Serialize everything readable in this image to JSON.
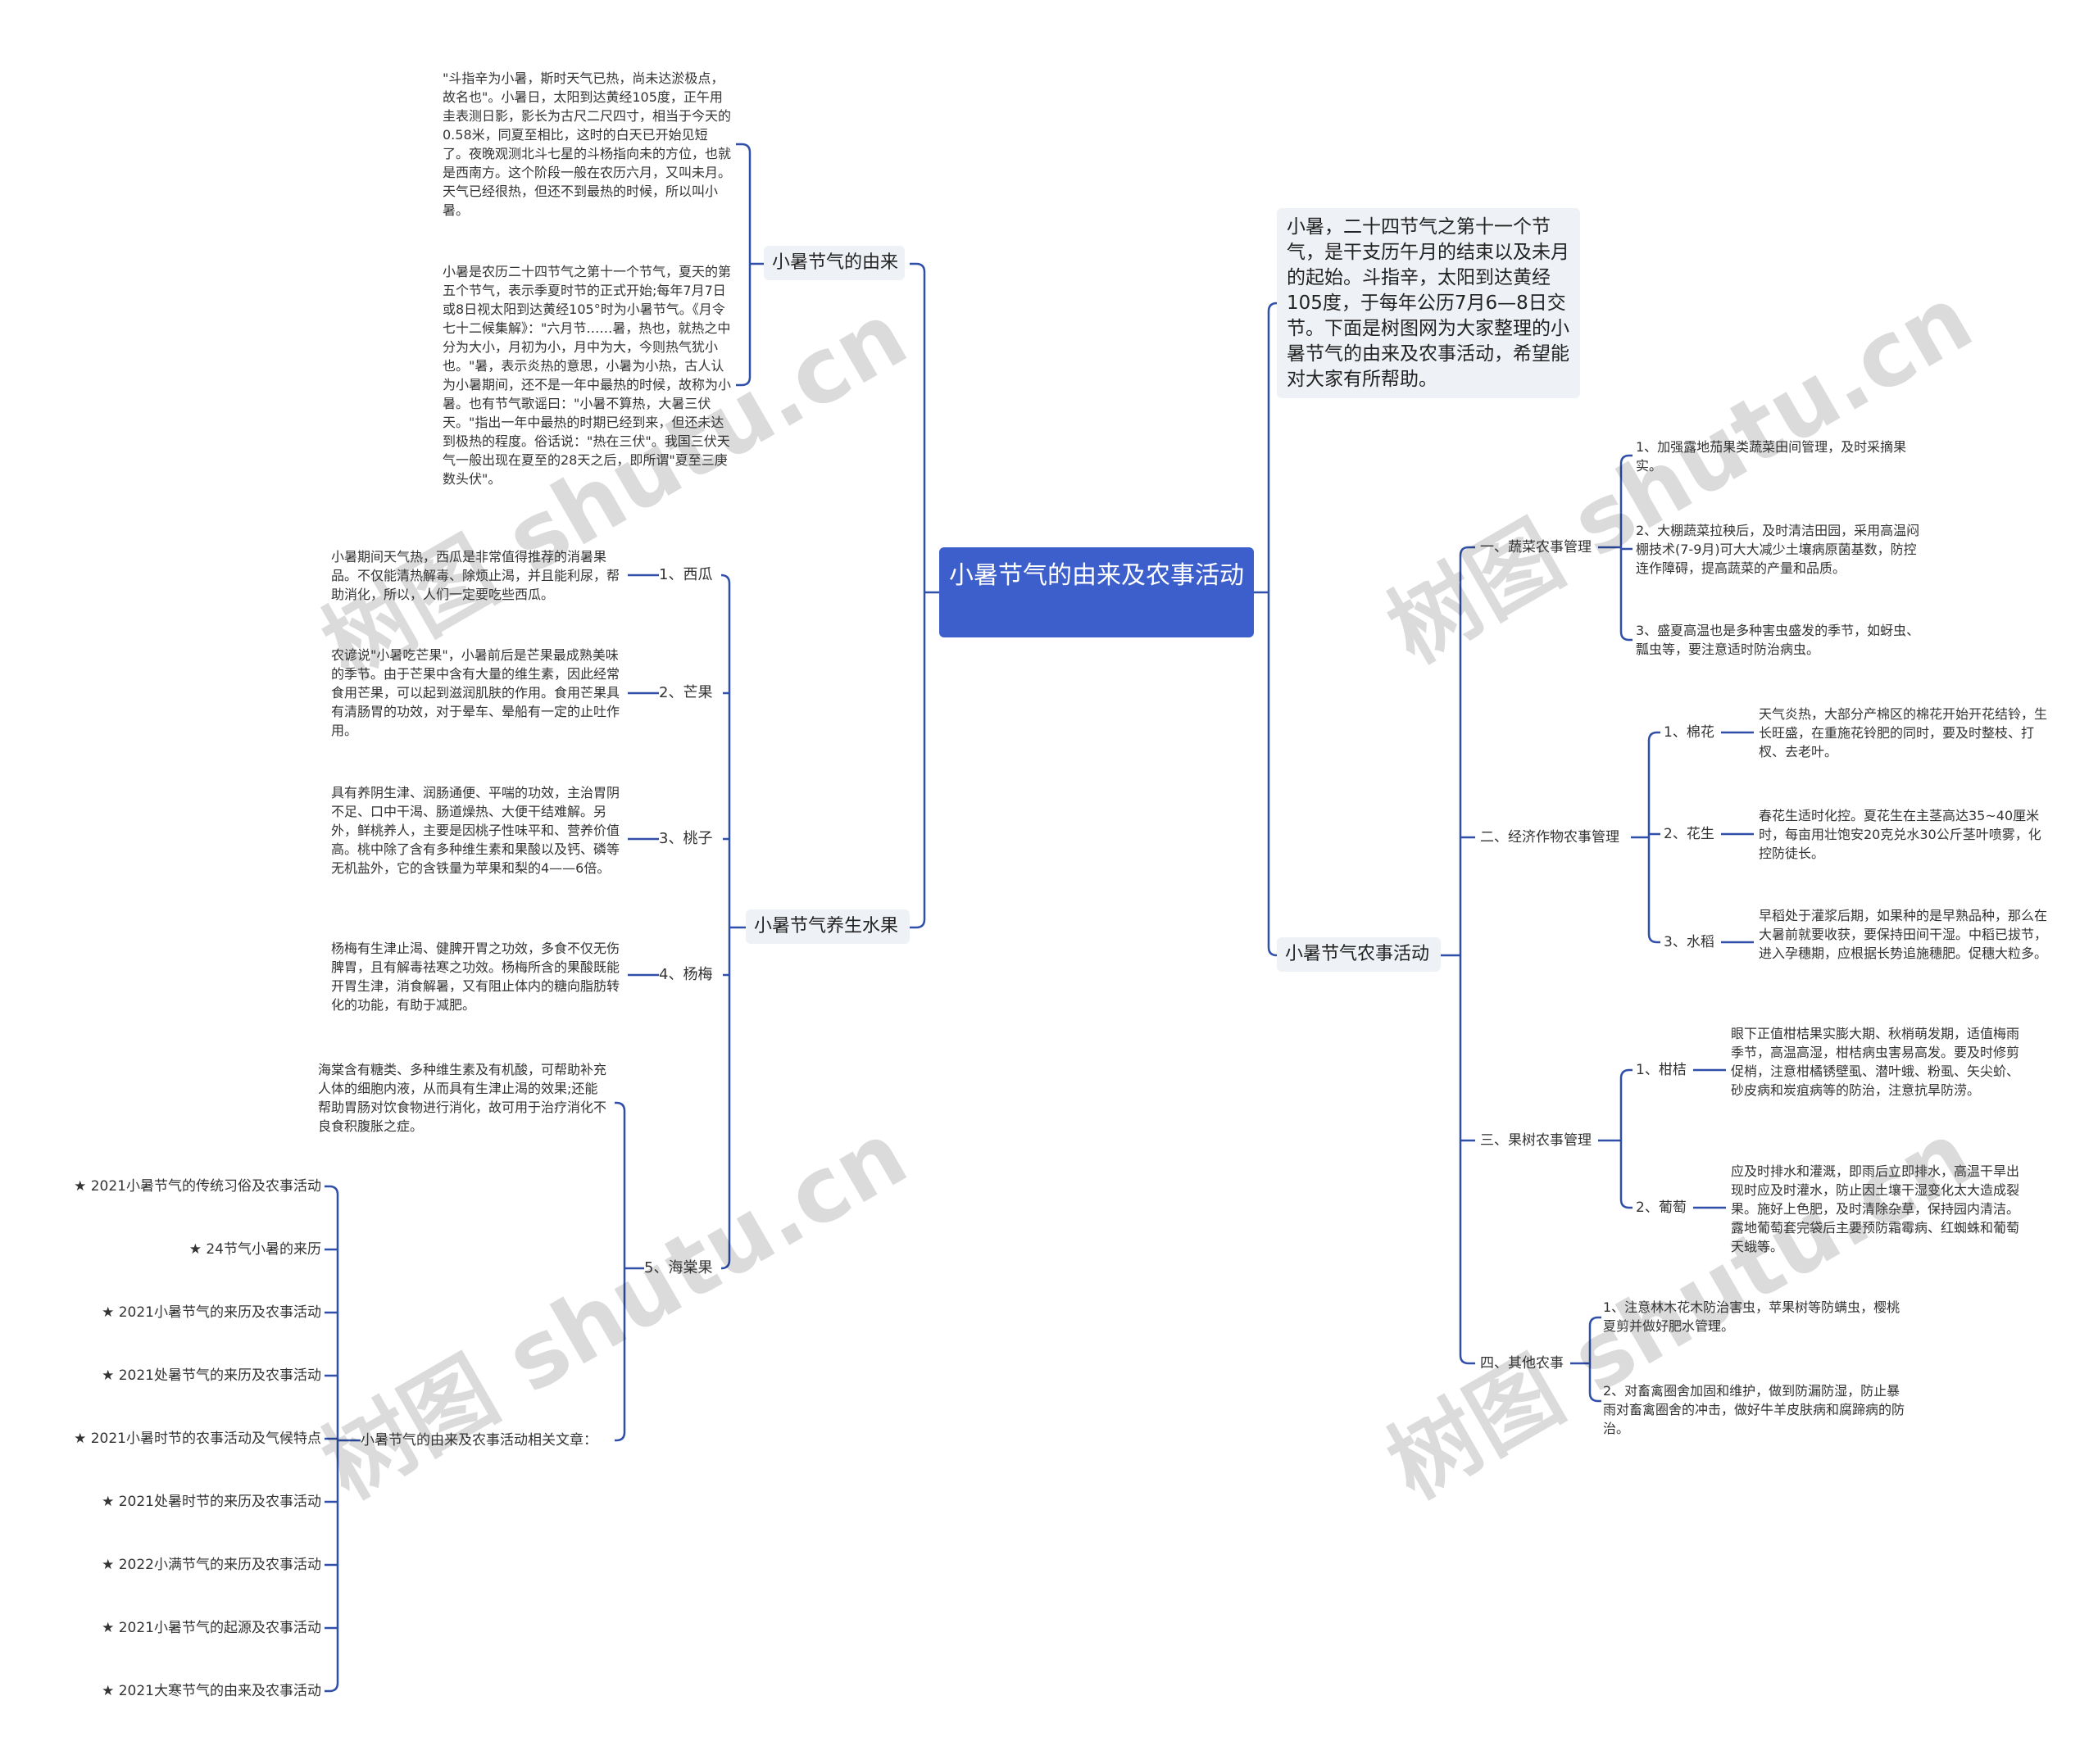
{
  "center": "小暑节气的由来及农事活动",
  "intro": "小暑，二十四节气之第十一个节气，是干支历午月的结束以及未月的起始。斗指辛，太阳到达黄经105度，于每年公历7月6—8日交节。下面是树图网为大家整理的小暑节气的由来及农事活动，希望能对大家有所帮助。",
  "watermark": "树图 shutu.cn",
  "left": {
    "origin": {
      "label": "小暑节气的由来",
      "texts": [
        "\"斗指辛为小暑，斯时天气已热，尚未达淤极点，故名也\"。小暑日，太阳到达黄经105度，正午用圭表测日影，影长为古尺二尺四寸，相当于今天的0.58米，同夏至相比，这时的白天已开始见短了。夜晚观测北斗七星的斗杨指向未的方位，也就是西南方。这个阶段一般在农历六月，又叫未月。天气已经很热，但还不到最热的时候，所以叫小暑。",
        "小暑是农历二十四节气之第十一个节气，夏天的第五个节气，表示季夏时节的正式开始;每年7月7日或8日视太阳到达黄经105°时为小暑节气。《月令七十二候集解》：\"六月节……暑，热也，就热之中分为大小，月初为小，月中为大，今则热气犹小也。\"暑，表示炎热的意思，小暑为小热，古人认为小暑期间，还不是一年中最热的时候，故称为小暑。也有节气歌谣曰：\"小暑不算热，大暑三伏天。\"指出一年中最热的时期已经到来，但还未达到极热的程度。俗话说：\"热在三伏\"。我国三伏天气一般出现在夏至的28天之后，即所谓\"夏至三庚数头伏\"。"
      ]
    },
    "fruit": {
      "label": "小暑节气养生水果",
      "items": [
        {
          "label": "1、西瓜",
          "text": "小暑期间天气热，西瓜是非常值得推荐的消暑果品。不仅能清热解毒、除烦止渴，并且能利尿，帮助消化，所以，人们一定要吃些西瓜。"
        },
        {
          "label": "2、芒果",
          "text": "农谚说\"小暑吃芒果\"，小暑前后是芒果最成熟美味的季节。由于芒果中含有大量的维生素，因此经常食用芒果，可以起到滋润肌肤的作用。食用芒果具有清肠胃的功效，对于晕车、晕船有一定的止吐作用。"
        },
        {
          "label": "3、桃子",
          "text": "具有养阴生津、润肠通便、平喘的功效，主治胃阴不足、口中干渴、肠道燥热、大便干结难解。另外，鲜桃养人，主要是因桃子性味平和、营养价值高。桃中除了含有多种维生素和果酸以及钙、磷等无机盐外，它的含铁量为苹果和梨的4——6倍。"
        },
        {
          "label": "4、杨梅",
          "text": "杨梅有生津止渴、健脾开胃之功效，多食不仅无伤脾胃，且有解毒祛寒之功效。杨梅所含的果酸既能开胃生津，消食解暑，又有阻止体内的糖向脂肪转化的功能，有助于减肥。"
        },
        {
          "label": "5、海棠果",
          "text": "海棠含有糖类、多种维生素及有机酸，可帮助补充人体的细胞内液，从而具有生津止渴的效果;还能帮助胃肠对饮食物进行消化，故可用于治疗消化不良食积腹胀之症。"
        }
      ]
    },
    "related": {
      "label": "小暑节气的由来及农事活动相关文章：",
      "articles": [
        "★ 2021小暑节气的传统习俗及农事活动",
        "★ 24节气小暑的来历",
        "★ 2021小暑节气的来历及农事活动",
        "★ 2021处暑节气的来历及农事活动",
        "★ 2021小暑时节的农事活动及气候特点",
        "★ 2021处暑时节的来历及农事活动",
        "★ 2022小满节气的来历及农事活动",
        "★ 2021小暑节气的起源及农事活动",
        "★ 2021大寒节气的由来及农事活动"
      ]
    }
  },
  "right": {
    "farm": {
      "label": "小暑节气农事活动",
      "groups": [
        {
          "label": "一、蔬菜农事管理",
          "items": [
            {
              "text": "1、加强露地茄果类蔬菜田间管理，及时采摘果实。"
            },
            {
              "text": "2、大棚蔬菜拉秧后，及时清洁田园，采用高温闷棚技术(7-9月)可大大减少土壤病原菌基数，防控连作障碍，提高蔬菜的产量和品质。"
            },
            {
              "text": "3、盛夏高温也是多种害虫盛发的季节，如蚜虫、瓢虫等，要注意适时防治病虫。"
            }
          ]
        },
        {
          "label": "二、经济作物农事管理",
          "items": [
            {
              "label": "1、棉花",
              "text": "天气炎热，大部分产棉区的棉花开始开花结铃，生长旺盛，在重施花铃肥的同时，要及时整枝、打杈、去老叶。"
            },
            {
              "label": "2、花生",
              "text": "春花生适时化控。夏花生在主茎高达35~40厘米时，每亩用壮饱安20克兑水30公斤茎叶喷雾，化控防徒长。"
            },
            {
              "label": "3、水稻",
              "text": "早稻处于灌浆后期，如果种的是早熟品种，那么在大暑前就要收获，要保持田间干湿。中稻已拔节，进入孕穗期，应根据长势追施穗肥。促穗大粒多。"
            }
          ]
        },
        {
          "label": "三、果树农事管理",
          "items": [
            {
              "label": "1、柑桔",
              "text": "眼下正值柑桔果实膨大期、秋梢萌发期，适值梅雨季节，高温高湿，柑桔病虫害易高发。要及时修剪促梢，注意柑橘锈壁虱、潜叶蛾、粉虱、矢尖蚧、砂皮病和炭疽病等的防治，注意抗旱防涝。"
            },
            {
              "label": "2、葡萄",
              "text": "应及时排水和灌溉，即雨后立即排水，高温干旱出现时应及时灌水，防止因土壤干湿变化太大造成裂果。施好上色肥，及时清除杂草，保持园内清洁。露地葡萄套完袋后主要预防霜霉病、红蜘蛛和葡萄天蛾等。"
            }
          ]
        },
        {
          "label": "四、其他农事",
          "items": [
            {
              "text": "1、注意林木花木防治害虫，苹果树等防螨虫，樱桃夏剪并做好肥水管理。"
            },
            {
              "text": "2、对畜禽圈舍加固和维护，做到防漏防湿，防止暴雨对畜禽圈舍的冲击，做好牛羊皮肤病和腐蹄病的防治。"
            }
          ]
        }
      ]
    }
  },
  "colors": {
    "center_bg": "#3d5fcc",
    "line": "#2f4fa8",
    "branch_bg": "#eef1f5"
  }
}
